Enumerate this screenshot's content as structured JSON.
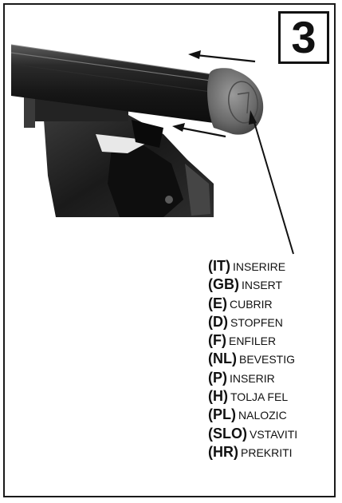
{
  "step": {
    "number": "3"
  },
  "instructions": [
    {
      "code": "(IT)",
      "word": "INSERIRE"
    },
    {
      "code": "(GB)",
      "word": "INSERT"
    },
    {
      "code": "(E)",
      "word": "CUBRIR"
    },
    {
      "code": "(D)",
      "word": "STOPFEN"
    },
    {
      "code": "(F)",
      "word": "ENFILER"
    },
    {
      "code": "(NL)",
      "word": "BEVESTIG"
    },
    {
      "code": "(P)",
      "word": "INSERIR"
    },
    {
      "code": "(H)",
      "word": "TOLJA  FEL"
    },
    {
      "code": "(PL)",
      "word": "NALOZIC"
    },
    {
      "code": "(SLO)",
      "word": "VSTAVITI"
    },
    {
      "code": "(HR)",
      "word": "PREKRITI"
    }
  ]
}
